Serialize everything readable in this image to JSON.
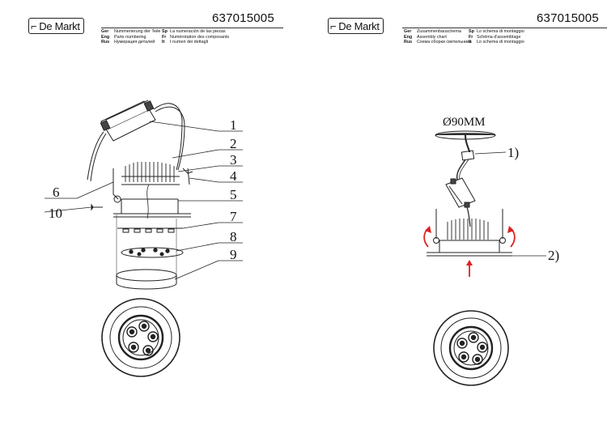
{
  "left": {
    "brand": "De Markt",
    "code": "637015005",
    "header": [
      {
        "lang": "Ger",
        "text": "Nummerierung der Teile"
      },
      {
        "lang": "Eng",
        "text": "Parts numbering"
      },
      {
        "lang": "Rus",
        "text": "Нумерация деталей"
      }
    ],
    "header2": [
      {
        "lang": "Sp",
        "text": "La numeración de las piezas"
      },
      {
        "lang": "Fr",
        "text": "Numérotation des composants"
      },
      {
        "lang": "It",
        "text": "I numeri dei dettagli"
      }
    ],
    "callouts": [
      "1",
      "2",
      "3",
      "4",
      "5",
      "6",
      "10",
      "7",
      "8",
      "9"
    ]
  },
  "right": {
    "brand": "De Markt",
    "code": "637015005",
    "header": [
      {
        "lang": "Ger",
        "text": "Zusammenbauschema"
      },
      {
        "lang": "Eng",
        "text": "Assembly chart"
      },
      {
        "lang": "Rus",
        "text": "Схема сборки светильника"
      }
    ],
    "header2": [
      {
        "lang": "Sp",
        "text": "Lo schema di montaggio"
      },
      {
        "lang": "Fr",
        "text": "Schéma d'assemblage"
      },
      {
        "lang": "It",
        "text": "Lo schema di montaggio"
      }
    ],
    "diameter_label": "Ø90MM",
    "callouts": [
      "1)",
      "2)"
    ]
  }
}
